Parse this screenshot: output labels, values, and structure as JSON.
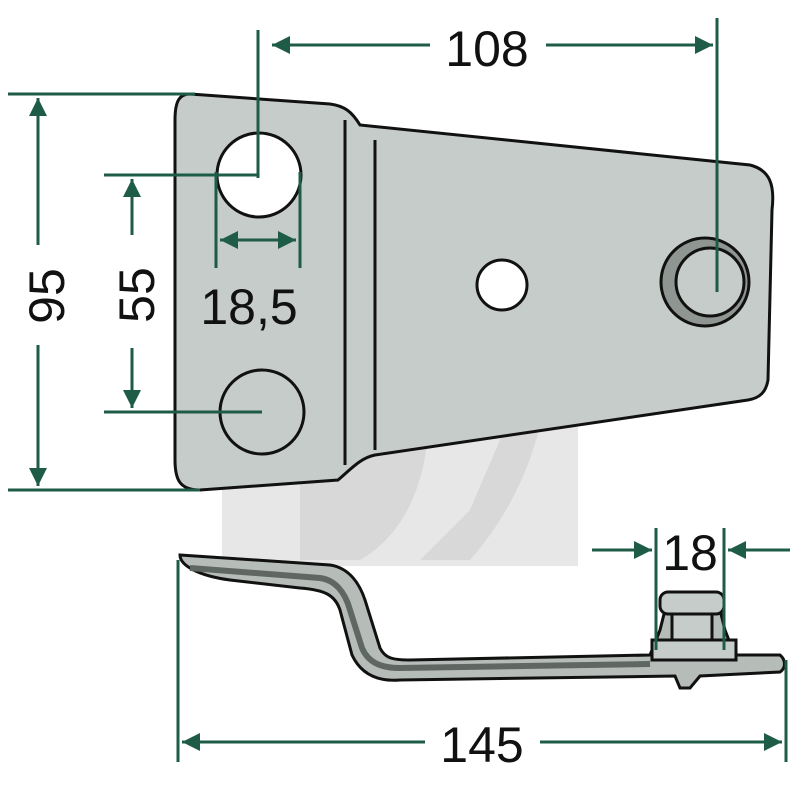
{
  "dimensions": {
    "width_top": "108",
    "height_overall": "95",
    "hole_spacing": "55",
    "hole_diameter": "18,5",
    "pin_width": "18",
    "length_overall": "145"
  },
  "colors": {
    "plate_fill": "#c6ccc9",
    "plate_shade": "#9aa19e",
    "dimension_line": "#1e5c48",
    "watermark": "#b5b5b5",
    "outline": "#111111"
  }
}
